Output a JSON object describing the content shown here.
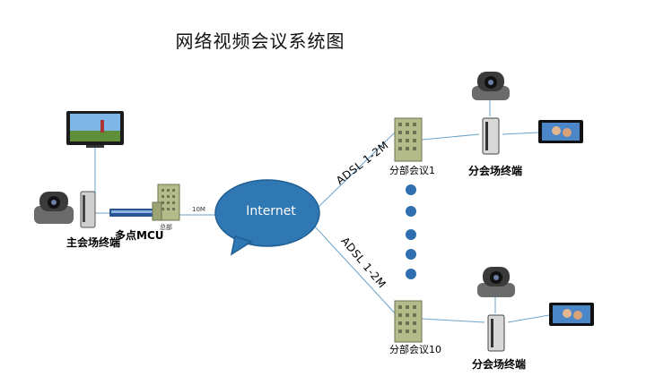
{
  "title": "网络视频会议系统图",
  "main_site": {
    "terminal_label": "主会场终端",
    "mcu_label": "多点MCU",
    "hq_label": "总部",
    "link_label": "10M"
  },
  "internet_label": "Internet",
  "links": {
    "upper": "ADSL 1-2M",
    "lower": "ADSL 1-2M"
  },
  "branches": [
    {
      "building_label": "分部会议1",
      "terminal_label": "分会场终端"
    },
    {
      "building_label": "分部会议10",
      "terminal_label": "分会场终端"
    }
  ],
  "colors": {
    "line": "#6aa3cc",
    "cloud": "#2f78b4",
    "dots": "#2f6fb0",
    "building": "#b4bb8a"
  }
}
